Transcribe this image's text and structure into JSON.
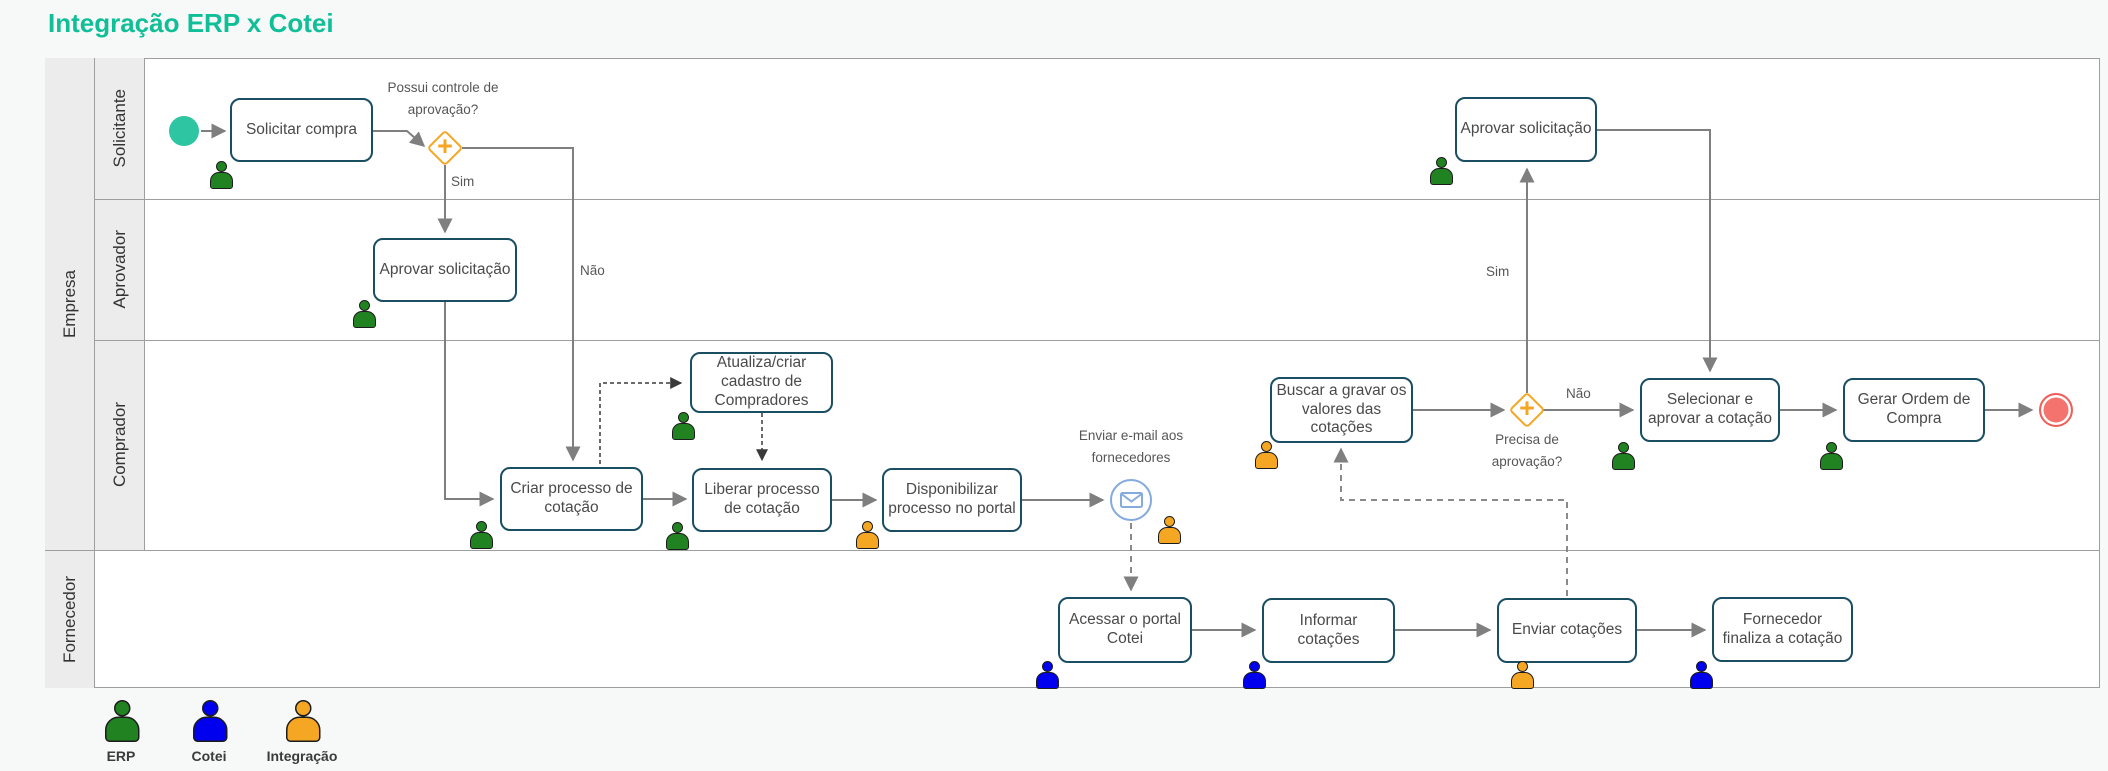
{
  "title": "Integração ERP x Cotei",
  "pool": {
    "group_label": "Empresa",
    "lanes": {
      "solicitante": "Solicitante",
      "aprovador": "Aprovador",
      "comprador": "Comprador",
      "fornecedor": "Fornecedor"
    }
  },
  "tasks": {
    "solicitar": "Solicitar compra",
    "aprovar1": "Aprovar solicitação",
    "atualiza": "Atualiza/criar cadastro de Compradores",
    "criar": "Criar processo de cotação",
    "liberar": "Liberar processo de cotação",
    "disponibilizar": "Disponibilizar processo no portal",
    "buscar": "Buscar a gravar os valores das cotações",
    "aprovar2": "Aprovar solicitação",
    "selecionar": "Selecionar e aprovar a cotação",
    "gerar": "Gerar Ordem de Compra",
    "acessar": "Acessar o portal Cotei",
    "informar": "Informar cotações",
    "enviar": "Enviar cotações",
    "finaliza": "Fornecedor finaliza a cotação"
  },
  "flow_labels": {
    "gw1_question": "Possui controle de aprovação?",
    "gw1_yes": "Sim",
    "gw1_no": "Não",
    "gw2_question": "Precisa de aprovação?",
    "gw2_yes": "Sim",
    "gw2_no": "Não",
    "email_note": "Enviar e-mail aos fornecedores"
  },
  "legend": {
    "erp": {
      "label": "ERP",
      "color": "#218221"
    },
    "cotei": {
      "label": "Cotei",
      "color": "#0000ee"
    },
    "integracao": {
      "label": "Integração",
      "color": "#f5a623"
    }
  },
  "colors": {
    "title": "#10bf97",
    "task_border": "#1a4e63",
    "connector": "#7f7f7f",
    "gateway": "#f5a623",
    "start_event": "#2ec5a2",
    "end_event": "#f4736e",
    "email_event": "#85abde"
  }
}
